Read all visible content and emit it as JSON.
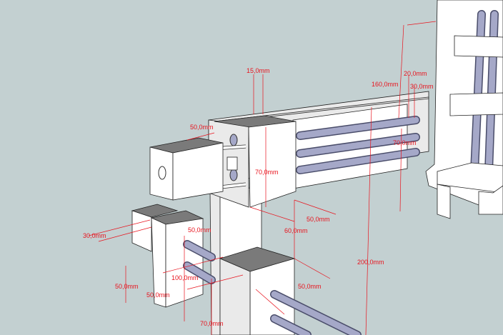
{
  "dimension_labels": [
    {
      "id": "d1",
      "text": "15,0mm"
    },
    {
      "id": "d2",
      "text": "20,0mm"
    },
    {
      "id": "d3",
      "text": "160,0mm"
    },
    {
      "id": "d4",
      "text": "30,0mm"
    },
    {
      "id": "d5",
      "text": "50,0mm"
    },
    {
      "id": "d6",
      "text": "70,0mm"
    },
    {
      "id": "d7",
      "text": "70,0mm"
    },
    {
      "id": "d8",
      "text": "50,0mm"
    },
    {
      "id": "d9",
      "text": "60,0mm"
    },
    {
      "id": "d10",
      "text": "30,0mm"
    },
    {
      "id": "d11",
      "text": "50,0mm"
    },
    {
      "id": "d12",
      "text": "50,0mm"
    },
    {
      "id": "d13",
      "text": "100,0mm"
    },
    {
      "id": "d14",
      "text": "50,0mm"
    },
    {
      "id": "d15",
      "text": "200,0mm"
    },
    {
      "id": "d16",
      "text": "50,0mm"
    },
    {
      "id": "d17",
      "text": "70,0mm"
    }
  ],
  "colors": {
    "background": "#c3d0d1",
    "dimension": "#e8141e",
    "rod": "#a5a8c8"
  }
}
